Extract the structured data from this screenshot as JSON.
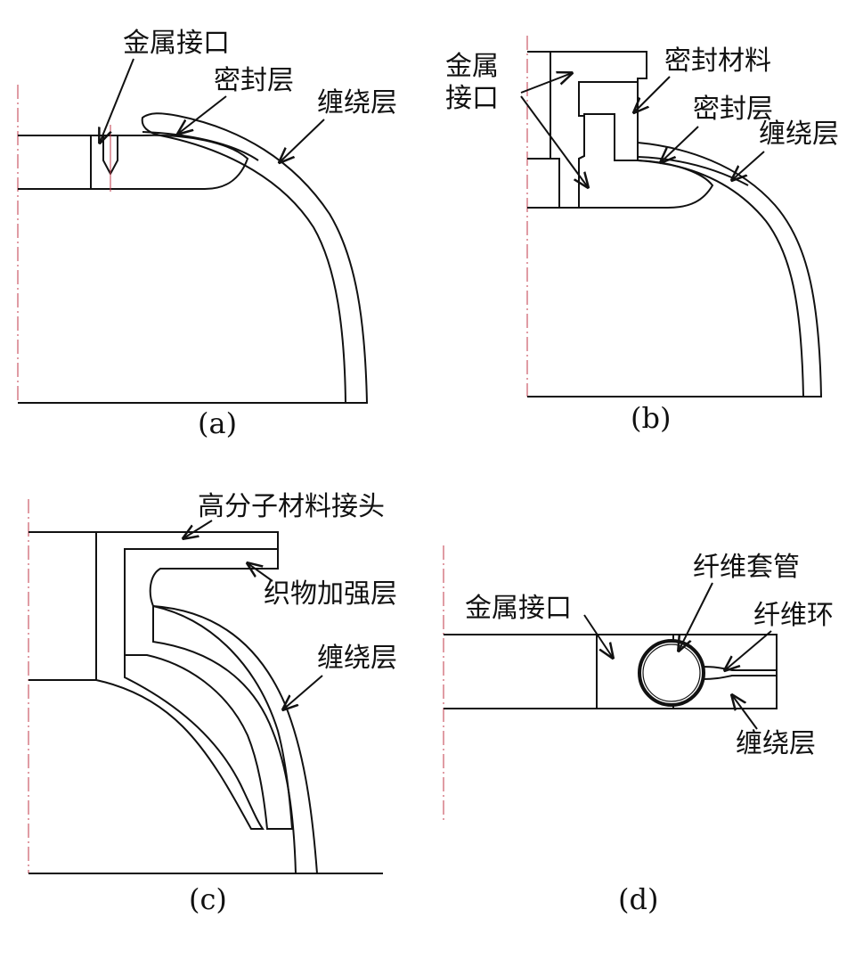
{
  "panels": {
    "a": {
      "caption": "(a)",
      "labels": {
        "metal_interface": "金属接口",
        "seal_layer": "密封层",
        "winding_layer": "缠绕层"
      }
    },
    "b": {
      "caption": "(b)",
      "labels": {
        "metal_interface_line1": "金属",
        "metal_interface_line2": "接口",
        "seal_material": "密封材料",
        "seal_layer": "密封层",
        "winding_layer": "缠绕层"
      }
    },
    "c": {
      "caption": "(c)",
      "labels": {
        "polymer_joint": "高分子材料接头",
        "fabric_reinforcement": "织物加强层",
        "winding_layer": "缠绕层"
      }
    },
    "d": {
      "caption": "(d)",
      "labels": {
        "metal_interface": "金属接口",
        "fiber_sleeve": "纤维套管",
        "fiber_ring": "纤维环",
        "winding_layer": "缠绕层"
      }
    }
  }
}
